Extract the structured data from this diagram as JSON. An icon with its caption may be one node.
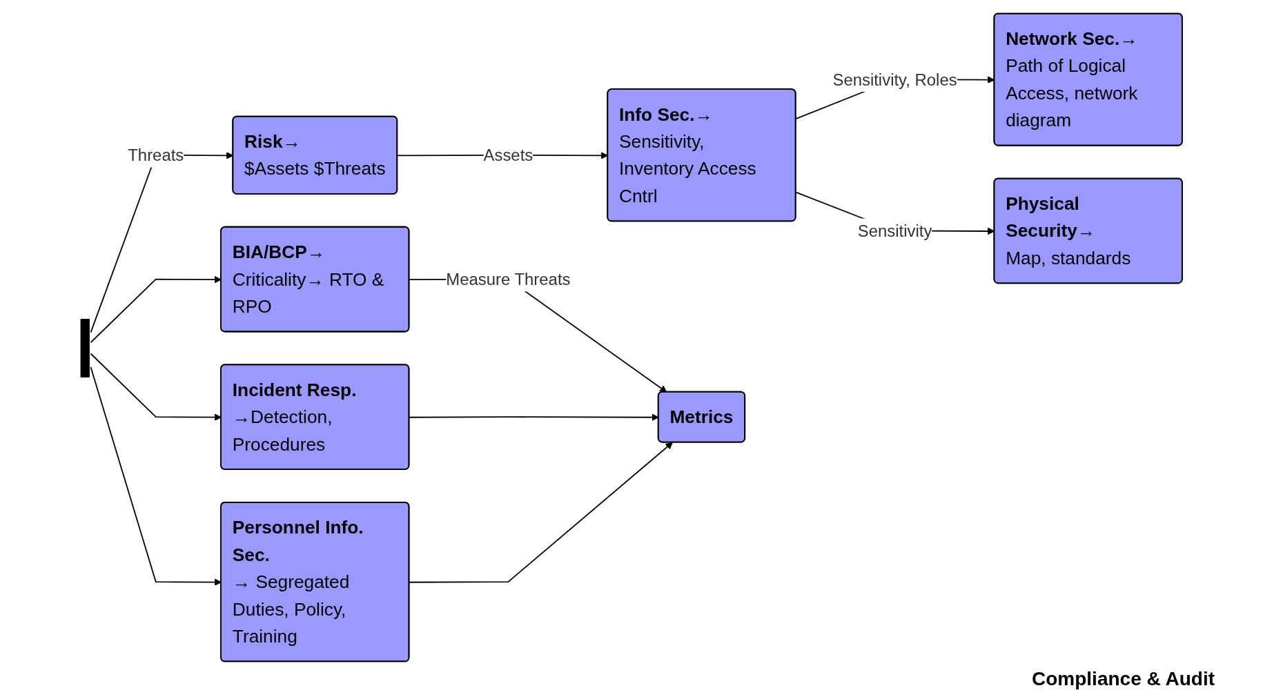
{
  "diagram": {
    "nodes": [
      {
        "text": [
          "Risk→",
          "$Assets $Threats"
        ]
      },
      {
        "text": [
          "Info Sec.→",
          "Sensitivity, Inventory Access Cntrl"
        ]
      },
      {
        "text": [
          "Network Sec.→",
          "Path of Logical Access, network diagram"
        ]
      },
      {
        "text": [
          "BIA/BCP→",
          "Criticality→ RTO & RPO"
        ]
      },
      {
        "text": [
          "Physical Security→",
          "Map, standards"
        ]
      },
      {
        "text": [
          "Incident Resp.",
          "→Detection, Procedures"
        ]
      },
      {
        "text": [
          "Metrics"
        ]
      },
      {
        "text": [
          "Personnel Info. Sec.",
          "→ Segregated Duties, Policy, Training"
        ]
      },
      {
        "text": [],
        "shape": "bar"
      }
    ],
    "edges": [
      {
        "from": 8,
        "to": 0,
        "arrow": "to",
        "label": "Threats"
      },
      {
        "from": 8,
        "to": 3,
        "arrow": "to"
      },
      {
        "from": 8,
        "to": 5,
        "arrow": "to"
      },
      {
        "from": 8,
        "to": 7,
        "arrow": "to"
      },
      {
        "from": 0,
        "to": 1,
        "arrow": "to",
        "label": "Assets"
      },
      {
        "from": 1,
        "to": 2,
        "arrow": "to",
        "label": "Sensitivity, Roles"
      },
      {
        "from": 1,
        "to": 4,
        "arrow": "to",
        "label": "Sensitivity"
      },
      {
        "from": 3,
        "to": 6,
        "arrow": "to",
        "label": "Measure Threats"
      },
      {
        "from": 5,
        "to": 6,
        "arrow": "to"
      },
      {
        "from": 7,
        "to": 6,
        "arrow": "to"
      }
    ],
    "labels": [
      "Compliance & Audit"
    ]
  }
}
